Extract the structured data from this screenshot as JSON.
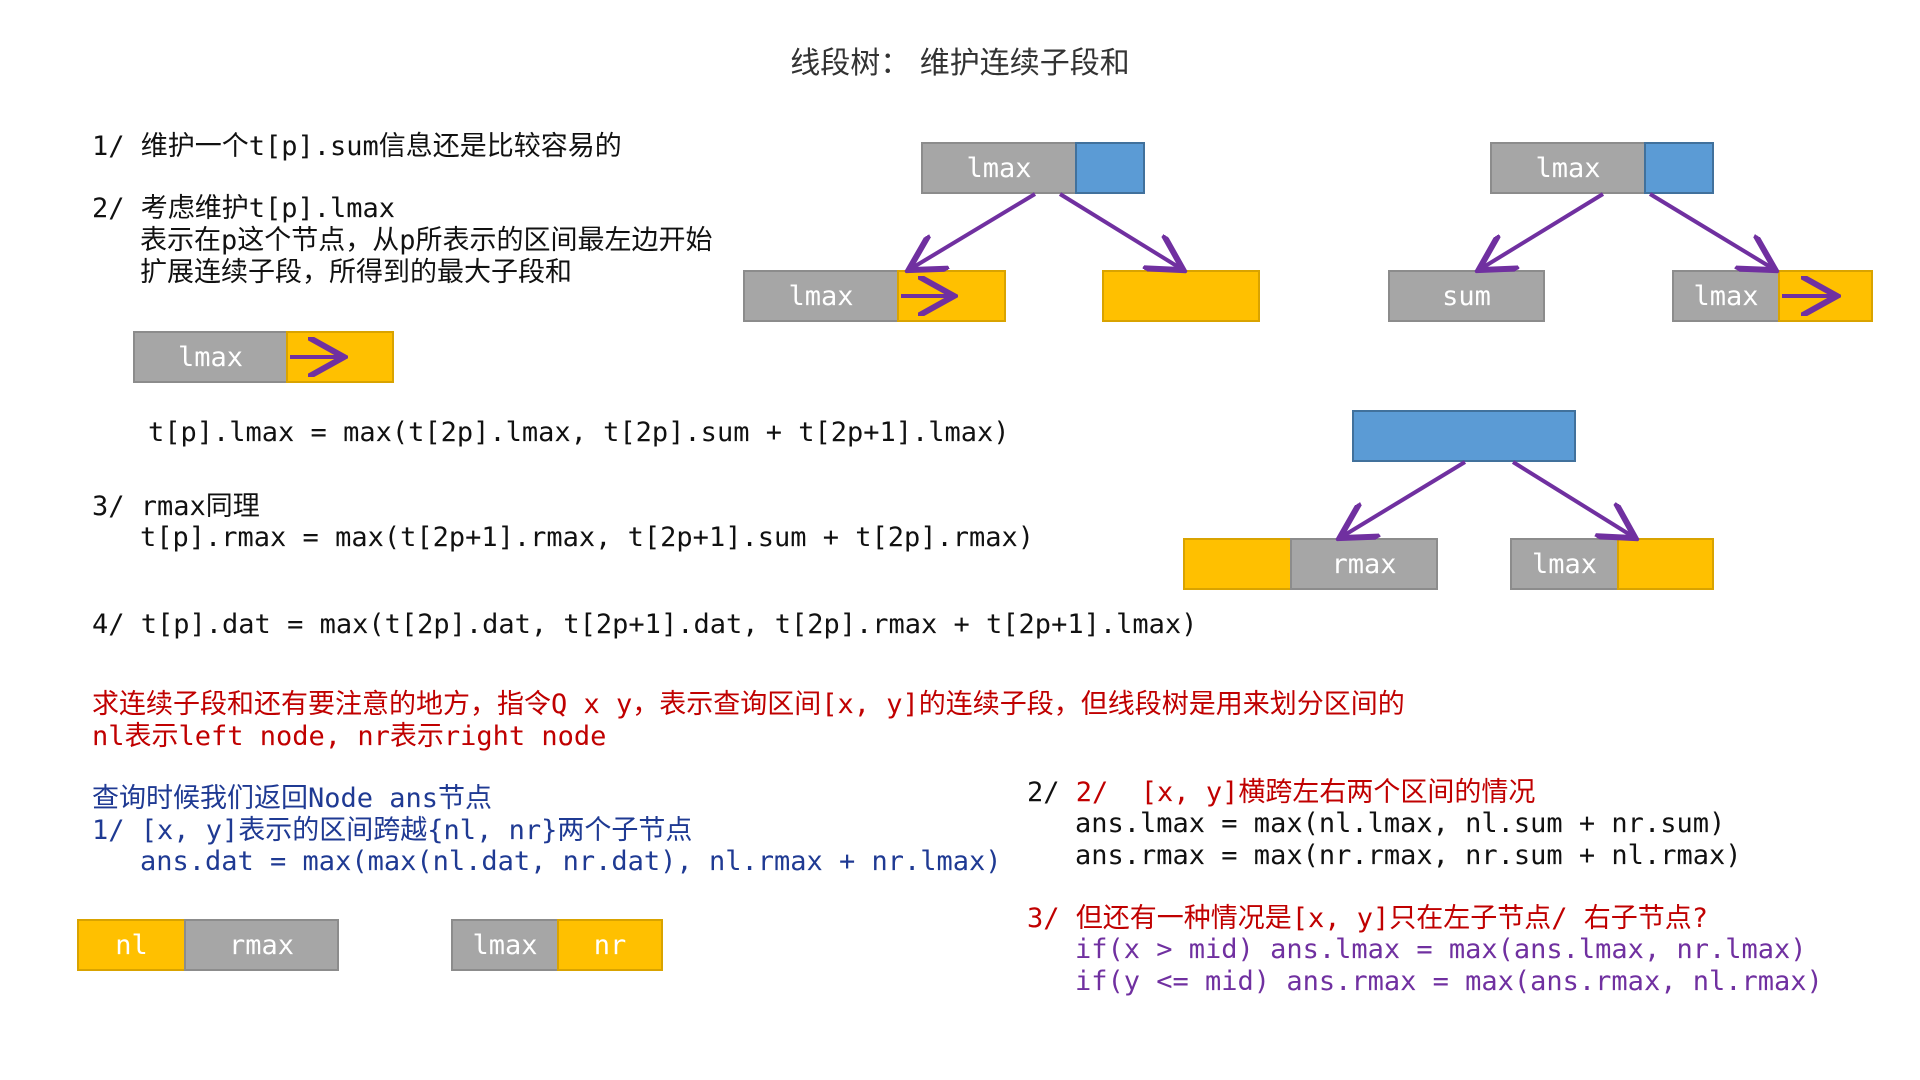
{
  "title": "线段树： 维护连续子段和",
  "notes": {
    "n1": "1/ 维护一个t[p].sum信息还是比较容易的",
    "n2a": "2/ 考虑维护t[p].lmax",
    "n2b": "表示在p这个节点，从p所表示的区间最左边开始",
    "n2c": "扩展连续子段，所得到的最大子段和",
    "f_lmax": "t[p].lmax = max(t[2p].lmax, t[2p].sum + t[2p+1].lmax)",
    "n3a": "3/ rmax同理",
    "n3b": "t[p].rmax = max(t[2p+1].rmax, t[2p+1].sum + t[2p].rmax)",
    "n4": "4/ t[p].dat = max(t[2p].dat, t[2p+1].dat, t[2p].rmax + t[2p+1].lmax)",
    "warn1": "求连续子段和还有要注意的地方，指令Q x y，表示查询区间[x, y]的连续子段，但线段树是用来划分区间的",
    "warn2": "nl表示left node, nr表示right node",
    "q0": "查询时候我们返回Node ans节点",
    "q1a": "1/ [x, y]表示的区间跨越{nl, nr}两个子节点",
    "q1b": "ans.dat = max(max(nl.dat, nr.dat), nl.rmax + nr.lmax)",
    "q2a": "2/  [x, y]横跨左右两个区间的情况",
    "q2b": "ans.lmax = max(nl.lmax, nl.sum + nr.sum)",
    "q2c": "ans.rmax = max(nr.rmax, nr.sum + nl.rmax)",
    "q3a": "3/ 但还有一种情况是[x, y]只在左子节点/ 右子节点?",
    "q3b": "if(x > mid) ans.lmax = max(ans.lmax, nr.lmax)",
    "q3c": "if(y <= mid) ans.rmax = max(ans.rmax, nl.rmax)"
  },
  "labels": {
    "lmax": "lmax",
    "rmax": "rmax",
    "sum": "sum",
    "nl": "nl",
    "nr": "nr"
  },
  "colors": {
    "gray": "#a6a6a6",
    "yellow": "#ffc000",
    "blue": "#5b9bd5",
    "arrow": "#7030a0",
    "red_text": "#c00000",
    "navy_text": "#1f3a93",
    "purple_text": "#7030a0"
  }
}
